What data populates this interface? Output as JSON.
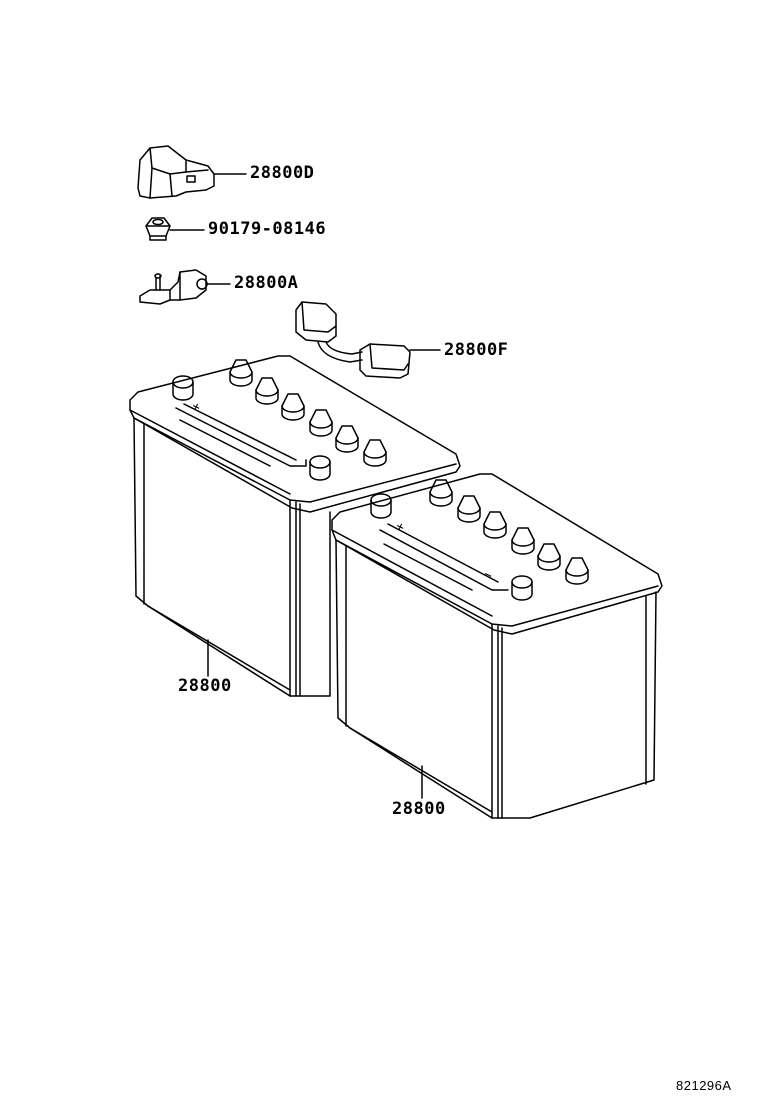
{
  "parts": {
    "terminal_cover": "28800D",
    "nut": "90179-08146",
    "terminal_clamp": "28800A",
    "cable": "28800F",
    "battery_left": "28800",
    "battery_right": "28800"
  },
  "battery_markings": {
    "plus": "+",
    "minus": "−"
  },
  "diagram_id": "821296A"
}
